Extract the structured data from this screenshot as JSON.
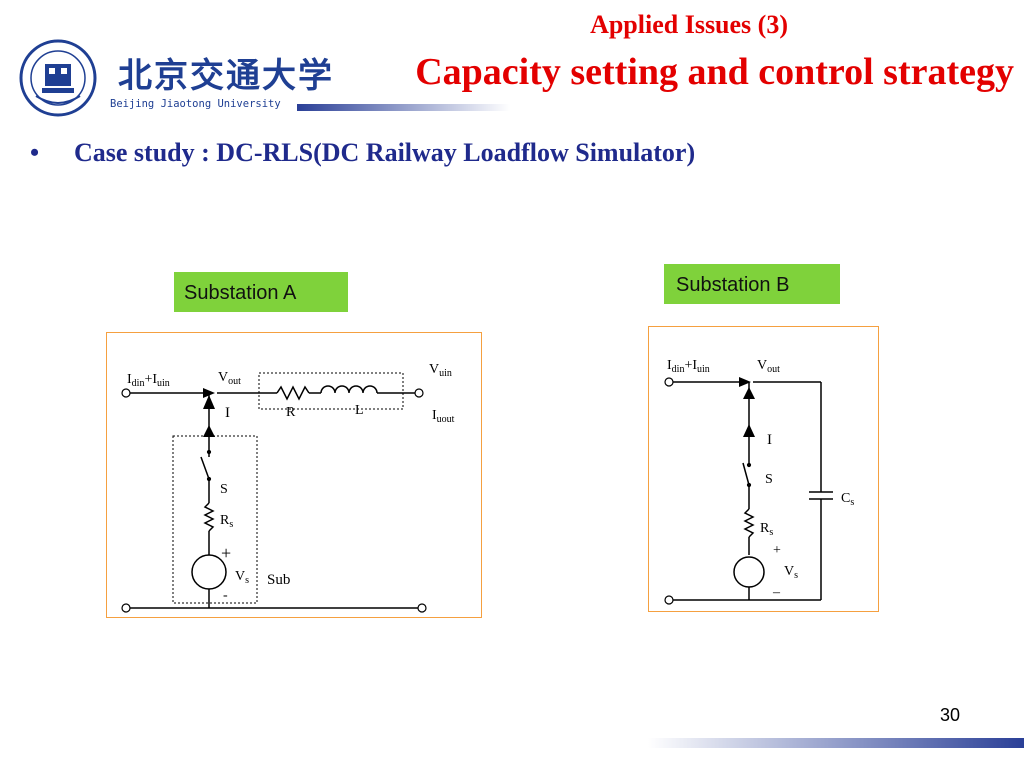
{
  "header": {
    "logo_text_cn": "北京交通大学",
    "logo_text_en": "Beijing Jiaotong University",
    "subtitle": "Applied Issues (3)",
    "title": "Capacity setting and control strategy"
  },
  "bullet": {
    "marker": "•",
    "text": "Case study : DC-RLS(DC Railway Loadflow Simulator)"
  },
  "substation_a": {
    "label": "Substation A",
    "labels": {
      "i_din": "I",
      "i_din_sub": "din",
      "plus": "+",
      "i_uin": "I",
      "i_uin_sub": "uin",
      "v_out": "V",
      "v_out_sub": "out",
      "v_uin": "V",
      "v_uin_sub": "uin",
      "i": "I",
      "r": "R",
      "l": "L",
      "i_uout": "I",
      "i_uout_sub": "uout",
      "s": "S",
      "r_s": "R",
      "r_s_sub": "s",
      "v_plus": "+",
      "v_s": "V",
      "v_s_sub": "s",
      "v_minus": "-",
      "sub": "Sub"
    }
  },
  "substation_b": {
    "label": "Substation B",
    "labels": {
      "i_din": "I",
      "i_din_sub": "din",
      "plus": "+",
      "i_uin": "I",
      "i_uin_sub": "uin",
      "v_out": "V",
      "v_out_sub": "out",
      "i": "I",
      "s": "S",
      "c_s": "C",
      "c_s_sub": "s",
      "r_s": "R",
      "r_s_sub": "s",
      "v_plus": "+",
      "v_s": "V",
      "v_s_sub": "s",
      "v_minus": "–"
    }
  },
  "footer": {
    "page_number": "30"
  },
  "colors": {
    "title_red": "#e30000",
    "navy": "#1f2a8c",
    "label_green": "#7fd23b",
    "frame_orange": "#f5a040"
  }
}
